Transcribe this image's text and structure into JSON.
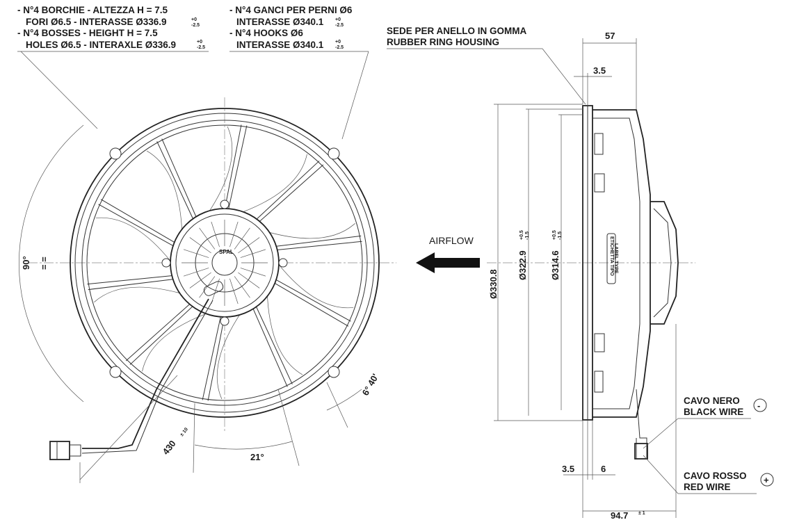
{
  "notes": {
    "bosses": [
      "- N°4 BORCHIE - ALTEZZA H = 7.5",
      "FORI Ø6.5 - INTERASSE Ø336.9",
      "- N°4 BOSSES - HEIGHT H = 7.5",
      "HOLES Ø6.5 - INTERAXLE Ø336.9"
    ],
    "bosses_tolerance": [
      "+0",
      "-2.5"
    ],
    "hooks": [
      "- N°4 GANCI PER PERNI Ø6",
      "INTERASSE Ø340.1",
      "- N°4 HOOKS Ø6",
      "INTERASSE Ø340.1"
    ],
    "hooks_tolerance": [
      "+0",
      "-2.5"
    ],
    "rubber_ring": [
      "SEDE PER ANELLO IN GOMMA",
      "RUBBER RING HOUSING"
    ],
    "airflow": "AIRFLOW",
    "black_wire": [
      "CAVO NERO",
      "BLACK WIRE"
    ],
    "black_wire_symbol": "-",
    "red_wire": [
      "CAVO ROSSO",
      "RED WIRE"
    ],
    "red_wire_symbol": "+",
    "label_type": [
      "ETICHETTA TIPO",
      "LABEL TYPE"
    ],
    "brand": "SPAL"
  },
  "dimensions": {
    "angle_90": "90°",
    "equal_marks": "= =",
    "angle_21": "21°",
    "angle_6_40": "6° 40'",
    "cable_length": "430",
    "cable_tolerance": "± 10",
    "depth_57": "57",
    "offset_3_5_top": "3.5",
    "dia_330_8": "Ø330.8",
    "dia_322_9": "Ø322.9",
    "dia_322_9_tol": [
      "+0.5",
      "-1.5"
    ],
    "dia_314_6": "Ø314.6",
    "dia_314_6_tol": [
      "+0.5",
      "-1.5"
    ],
    "offset_3_5_bottom": "3.5",
    "offset_6": "6",
    "depth_94_7": "94.7",
    "depth_94_7_tol": "± 1"
  }
}
